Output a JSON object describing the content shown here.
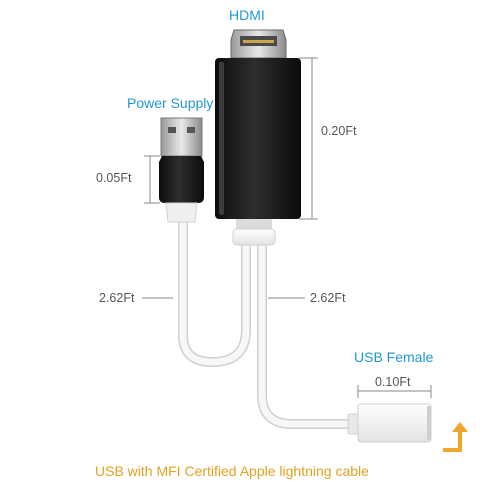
{
  "labels": {
    "hdmi": "HDMI",
    "power_supply": "Power Supply",
    "usb_female": "USB Female",
    "caption": "USB with MFI Certified Apple lightning cable"
  },
  "dimensions": {
    "hdmi_length": "0.20Ft",
    "usb_plug_length": "0.05Ft",
    "left_cable_length": "2.62Ft",
    "right_cable_length": "2.62Ft",
    "usb_female_length": "0.10Ft"
  },
  "colors": {
    "label_blue": "#1f97d4",
    "caption_orange": "#e3a11f",
    "dimension_gray": "#555555",
    "housing_black": "#1c1c1c",
    "cable_white": "#f4f4f4",
    "arrow_orange": "#f0a62a"
  }
}
